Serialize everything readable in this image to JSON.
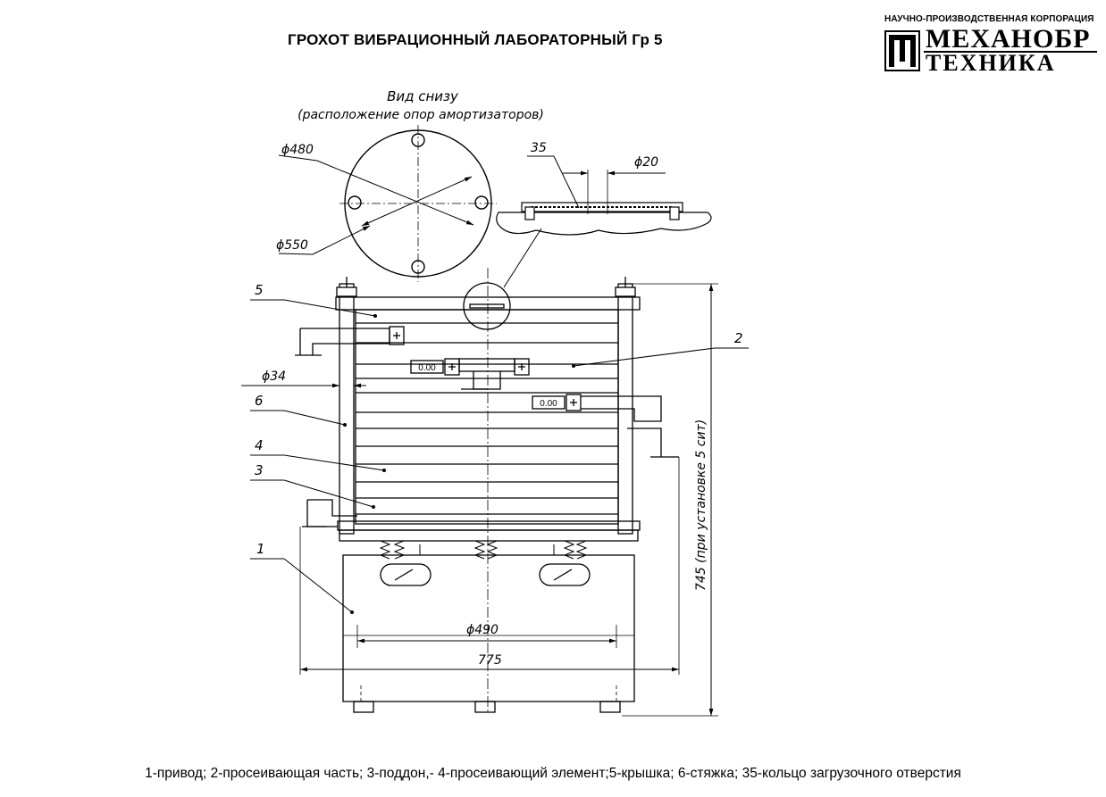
{
  "header": {
    "title": "ГРОХОТ ВИБРАЦИОННЫЙ ЛАБОРАТОРНЫЙ Гр 5"
  },
  "logo": {
    "tagline": "НАУЧНО-ПРОИЗВОДСТВЕННАЯ КОРПОРАЦИЯ",
    "word1": "МЕХАНОБР",
    "word2": "ТЕХНИКА"
  },
  "bottom_view": {
    "title": "Вид снизу",
    "subtitle": "(расположение опор амортизаторов)",
    "dim_inner": "ϕ480",
    "dim_outer": "ϕ550"
  },
  "detail": {
    "callout": "35",
    "dim_hole": "ϕ20"
  },
  "main_view": {
    "dim_rod": "ϕ34",
    "dim_base": "ϕ490",
    "dim_width": "775",
    "dim_height": "745 (при установке 5 сит)",
    "gauge1": "0.00",
    "gauge2": "0.00",
    "callouts": [
      "5",
      "2",
      "6",
      "4",
      "3",
      "1"
    ]
  },
  "legend": {
    "text": "1-привод; 2-просеивающая часть; 3-поддон,- 4-просеивающий элемент;5-крышка; 6-стяжка; 35-кольцо загрузочного отверстия"
  }
}
